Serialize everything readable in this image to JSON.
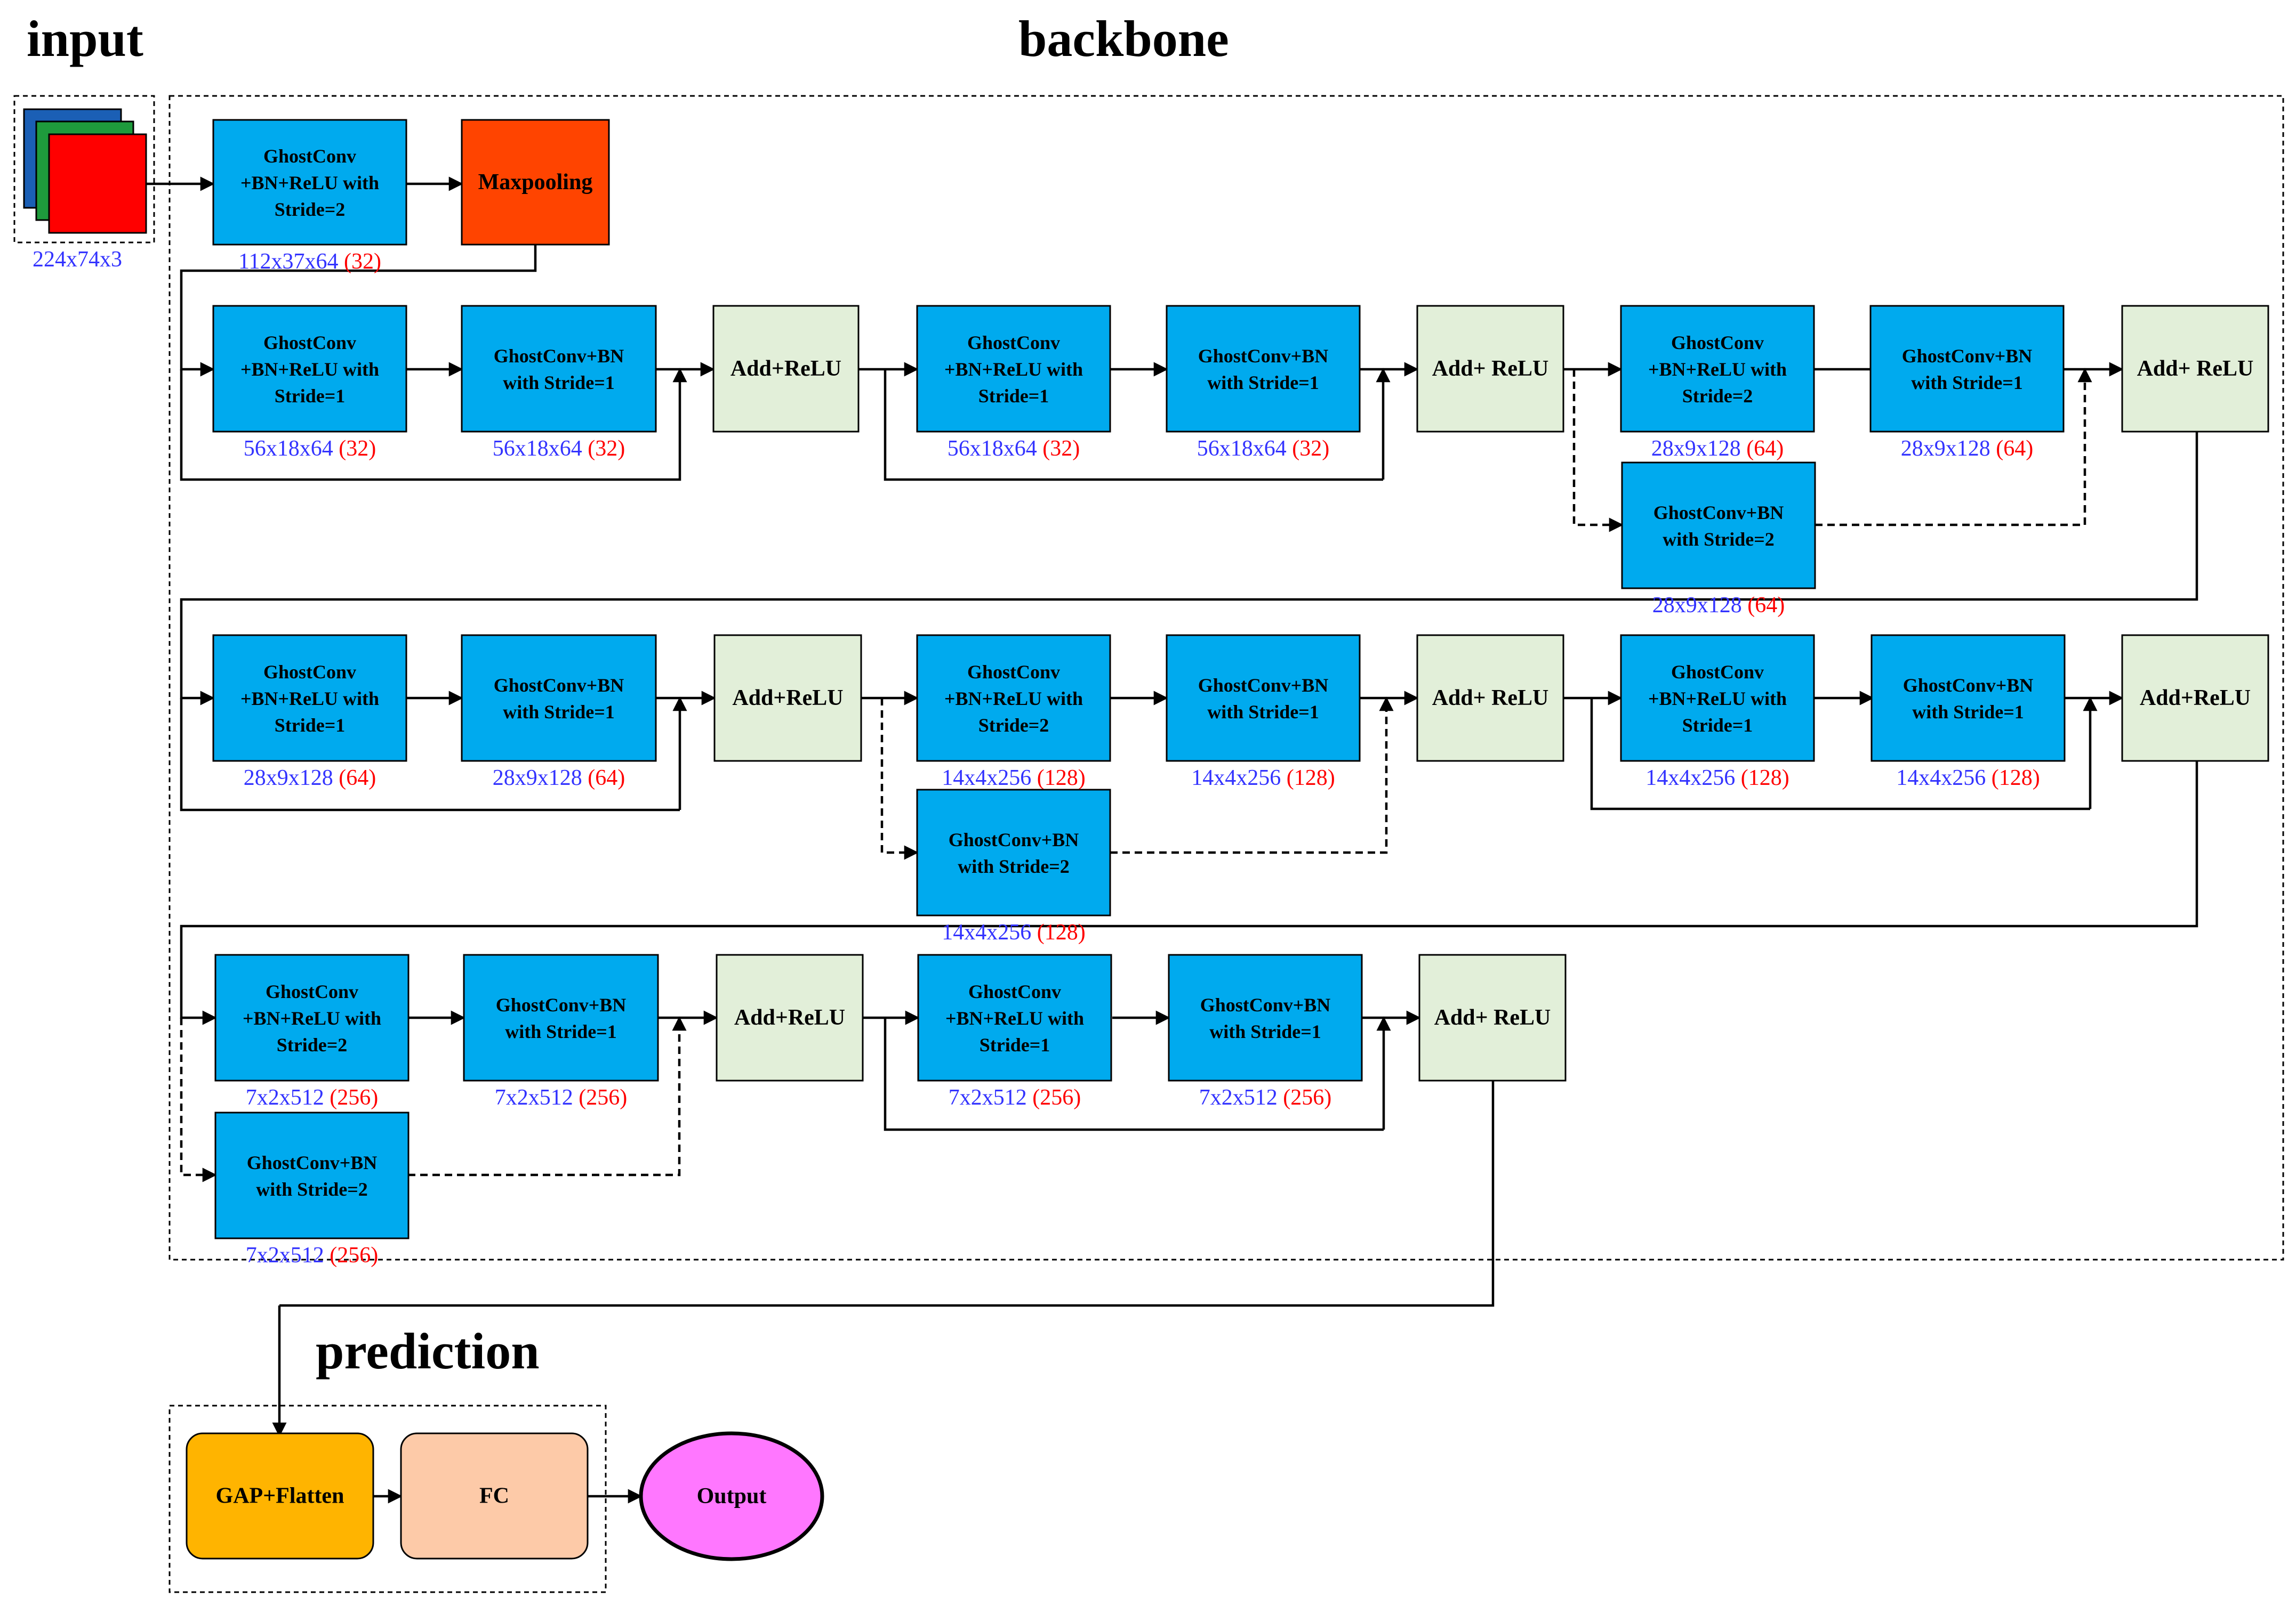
{
  "sections": {
    "input": "input",
    "backbone": "backbone",
    "prediction": "prediction"
  },
  "colors": {
    "conv": "#00aaee",
    "maxpool": "#ff4400",
    "add": "#e2efd9",
    "gap": "#ffb400",
    "fc": "#fdcaa8",
    "output": "#ff77ff",
    "dim_text": "#3333ff",
    "channel_text": "#ff0000"
  },
  "input": {
    "dim": "224x74x3",
    "layer_colors": [
      "#1b5fb5",
      "#1e9b3c",
      "#ff0000"
    ]
  },
  "blocks": {
    "stem_conv": {
      "lines": [
        "GhostConv",
        "+BN+ReLU with",
        "Stride=2"
      ],
      "dim": "112x37x64",
      "ch": "(32)"
    },
    "maxpool": {
      "lines": [
        "Maxpooling"
      ]
    },
    "r1c1": {
      "lines": [
        "GhostConv",
        "+BN+ReLU with",
        "Stride=1"
      ],
      "dim": "56x18x64",
      "ch": "(32)"
    },
    "r1c2": {
      "lines": [
        "GhostConv+BN",
        "with Stride=1"
      ],
      "dim": "56x18x64",
      "ch": "(32)"
    },
    "r1a1": {
      "lines": [
        "Add+ReLU"
      ]
    },
    "r1c3": {
      "lines": [
        "GhostConv",
        "+BN+ReLU with",
        "Stride=1"
      ],
      "dim": "56x18x64",
      "ch": "(32)"
    },
    "r1c4": {
      "lines": [
        "GhostConv+BN",
        "with Stride=1"
      ],
      "dim": "56x18x64",
      "ch": "(32)"
    },
    "r1a2": {
      "lines": [
        "Add+ ReLU"
      ]
    },
    "r1c5": {
      "lines": [
        "GhostConv",
        "+BN+ReLU with",
        "Stride=2"
      ],
      "dim": "28x9x128",
      "ch": "(64)"
    },
    "r1c6": {
      "lines": [
        "GhostConv+BN",
        "with Stride=1"
      ],
      "dim": "28x9x128",
      "ch": "(64)"
    },
    "r1s": {
      "lines": [
        "GhostConv+BN",
        "with Stride=2"
      ],
      "dim": "28x9x128",
      "ch": "(64)"
    },
    "r1a3": {
      "lines": [
        "Add+ ReLU"
      ]
    },
    "r2c1": {
      "lines": [
        "GhostConv",
        "+BN+ReLU with",
        "Stride=1"
      ],
      "dim": "28x9x128",
      "ch": "(64)"
    },
    "r2c2": {
      "lines": [
        "GhostConv+BN",
        "with Stride=1"
      ],
      "dim": "28x9x128",
      "ch": "(64)"
    },
    "r2a1": {
      "lines": [
        "Add+ReLU"
      ]
    },
    "r2c3": {
      "lines": [
        "GhostConv",
        "+BN+ReLU with",
        "Stride=2"
      ],
      "dim": "14x4x256",
      "ch": "(128)"
    },
    "r2c4": {
      "lines": [
        "GhostConv+BN",
        "with Stride=1"
      ],
      "dim": "14x4x256",
      "ch": "(128)"
    },
    "r2s": {
      "lines": [
        "GhostConv+BN",
        "with Stride=2"
      ],
      "dim": "14x4x256",
      "ch": "(128)"
    },
    "r2a2": {
      "lines": [
        "Add+ ReLU"
      ]
    },
    "r2c5": {
      "lines": [
        "GhostConv",
        "+BN+ReLU with",
        "Stride=1"
      ],
      "dim": "14x4x256",
      "ch": "(128)"
    },
    "r2c6": {
      "lines": [
        "GhostConv+BN",
        "with Stride=1"
      ],
      "dim": "14x4x256",
      "ch": "(128)"
    },
    "r2a3": {
      "lines": [
        "Add+ReLU"
      ]
    },
    "r3c1": {
      "lines": [
        "GhostConv",
        "+BN+ReLU with",
        "Stride=2"
      ],
      "dim": "7x2x512",
      "ch": "(256)"
    },
    "r3c2": {
      "lines": [
        "GhostConv+BN",
        "with Stride=1"
      ],
      "dim": "7x2x512",
      "ch": "(256)"
    },
    "r3s": {
      "lines": [
        "GhostConv+BN",
        "with Stride=2"
      ],
      "dim": "7x2x512",
      "ch": "(256)"
    },
    "r3a1": {
      "lines": [
        "Add+ReLU"
      ]
    },
    "r3c3": {
      "lines": [
        "GhostConv",
        "+BN+ReLU with",
        "Stride=1"
      ],
      "dim": "7x2x512",
      "ch": "(256)"
    },
    "r3c4": {
      "lines": [
        "GhostConv+BN",
        "with Stride=1"
      ],
      "dim": "7x2x512",
      "ch": "(256)"
    },
    "r3a2": {
      "lines": [
        "Add+ ReLU"
      ]
    },
    "gap": {
      "lines": [
        "GAP+Flatten"
      ]
    },
    "fc": {
      "lines": [
        "FC"
      ]
    },
    "output": {
      "lines": [
        "Output"
      ]
    }
  }
}
